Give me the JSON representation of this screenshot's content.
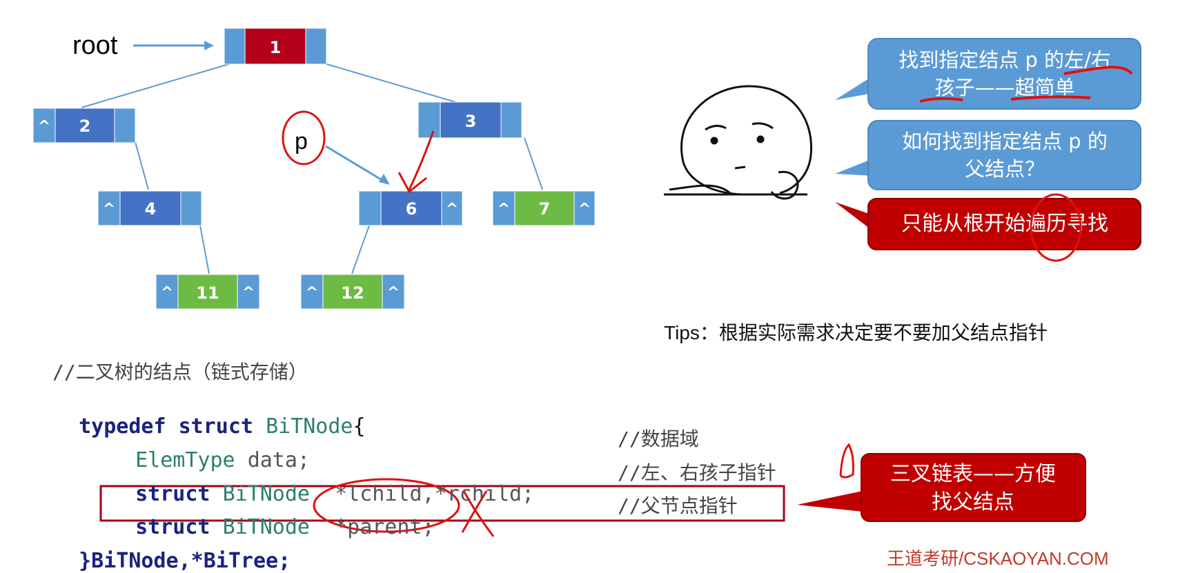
{
  "tree": {
    "root_label": "root",
    "p_label": "p",
    "null_mark": "^",
    "nodes": [
      {
        "id": "1",
        "value": "1",
        "color": "#b3001b"
      },
      {
        "id": "2",
        "value": "2",
        "color": "#4472c4"
      },
      {
        "id": "3",
        "value": "3",
        "color": "#4472c4"
      },
      {
        "id": "4",
        "value": "4",
        "color": "#4472c4"
      },
      {
        "id": "6",
        "value": "6",
        "color": "#4472c4"
      },
      {
        "id": "7",
        "value": "7",
        "color": "#6dbb45"
      },
      {
        "id": "11",
        "value": "11",
        "color": "#6dbb45"
      },
      {
        "id": "12",
        "value": "12",
        "color": "#6dbb45"
      }
    ]
  },
  "bubbles": {
    "b1": "找到指定结点 p 的左/右孩子——超简单",
    "b1_line1": "找到指定结点 p 的左/右",
    "b1_line2": "孩子——超简单",
    "b2_line1": "如何找到指定结点 p 的",
    "b2_line2": "父结点？",
    "b3": "只能从根开始遍历寻找",
    "b4_line1": "三叉链表——方便",
    "b4_line2": "找父结点"
  },
  "tips": "Tips：根据实际需求决定要不要加父结点指针",
  "code": {
    "comment_title": "//二叉树的结点（链式存储）",
    "typedef": "typedef",
    "struct": "struct",
    "bitnode": "BiTNode",
    "brace_open": "{",
    "elemtype": "ElemType",
    "data": "data;",
    "comment_data": "//数据域",
    "lrchild": "*lchild,*rchild;",
    "comment_lr": "//左、右孩子指针",
    "parent": "*parent;",
    "comment_parent": "//父节点指针",
    "closing": "}BiTNode,*BiTree;"
  },
  "watermark": "王道考研/CSKAOYAN.COM",
  "colors": {
    "blue_bubble": "#5b9bd5",
    "red_bubble": "#c00000",
    "cell_light": "#5b9bd5",
    "annotation_red": "#e01010"
  }
}
